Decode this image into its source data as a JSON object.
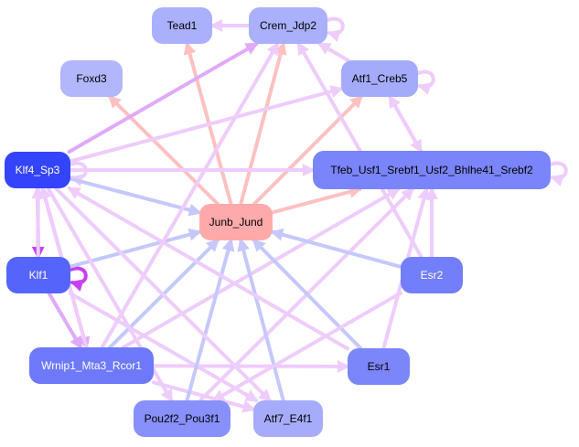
{
  "graph": {
    "type": "directed-network",
    "nodes": [
      {
        "id": "Tead1",
        "label": "Tead1",
        "fill": "#aab0fb",
        "text": "#000000"
      },
      {
        "id": "Crem_Jdp2",
        "label": "Crem_Jdp2",
        "fill": "#aab0fb",
        "text": "#000000"
      },
      {
        "id": "Foxd3",
        "label": "Foxd3",
        "fill": "#b2b7fb",
        "text": "#000000"
      },
      {
        "id": "Atf1_Creb5",
        "label": "Atf1_Creb5",
        "fill": "#a5abfb",
        "text": "#000000"
      },
      {
        "id": "Klf4_Sp3",
        "label": "Klf4_Sp3",
        "fill": "#3344fb",
        "text": "#ffffff"
      },
      {
        "id": "Tfeb",
        "label": "Tfeb_Usf1_Srebf1_Usf2_Bhlhe41_Srebf2",
        "fill": "#7a85fb",
        "text": "#000000"
      },
      {
        "id": "Junb_Jund",
        "label": "Junb_Jund",
        "fill": "#ffaaaa",
        "text": "#000000"
      },
      {
        "id": "Klf1",
        "label": "Klf1",
        "fill": "#5565fb",
        "text": "#ffffff"
      },
      {
        "id": "Esr2",
        "label": "Esr2",
        "fill": "#737efb",
        "text": "#ffffff"
      },
      {
        "id": "Wrnip1",
        "label": "Wrnip1_Mta3_Rcor1",
        "fill": "#6e7afb",
        "text": "#ffffff"
      },
      {
        "id": "Esr1",
        "label": "Esr1",
        "fill": "#7c86fb",
        "text": "#000000"
      },
      {
        "id": "Pou2f2",
        "label": "Pou2f2_Pou3f1",
        "fill": "#8790fb",
        "text": "#000000"
      },
      {
        "id": "Atf7_E4f1",
        "label": "Atf7_E4f1",
        "fill": "#a6acfb",
        "text": "#000000"
      }
    ],
    "edge_colors": {
      "activation": "#eeccfb",
      "strong": "#e0aaf8",
      "repression": "#ffc0c0",
      "inhibit_blue": "#c4c8fb",
      "dark": "#c840f0"
    },
    "edges": [
      {
        "from": "Crem_Jdp2",
        "to": "Tead1",
        "type": "activation"
      },
      {
        "from": "Crem_Jdp2",
        "to": "Crem_Jdp2",
        "type": "activation"
      },
      {
        "from": "Atf1_Creb5",
        "to": "Crem_Jdp2",
        "type": "activation"
      },
      {
        "from": "Atf1_Creb5",
        "to": "Atf1_Creb5",
        "type": "activation"
      },
      {
        "from": "Atf1_Creb5",
        "to": "Tfeb",
        "type": "activation"
      },
      {
        "from": "Tfeb",
        "to": "Atf1_Creb5",
        "type": "activation"
      },
      {
        "from": "Tfeb",
        "to": "Tfeb",
        "type": "activation"
      },
      {
        "from": "Junb_Jund",
        "to": "Tead1",
        "type": "repression"
      },
      {
        "from": "Junb_Jund",
        "to": "Foxd3",
        "type": "repression"
      },
      {
        "from": "Junb_Jund",
        "to": "Crem_Jdp2",
        "type": "repression"
      },
      {
        "from": "Junb_Jund",
        "to": "Atf1_Creb5",
        "type": "repression"
      },
      {
        "from": "Junb_Jund",
        "to": "Tfeb",
        "type": "repression"
      },
      {
        "from": "Klf4_Sp3",
        "to": "Crem_Jdp2",
        "type": "strong"
      },
      {
        "from": "Klf4_Sp3",
        "to": "Atf1_Creb5",
        "type": "activation"
      },
      {
        "from": "Klf4_Sp3",
        "to": "Tfeb",
        "type": "activation"
      },
      {
        "from": "Klf4_Sp3",
        "to": "Klf4_Sp3",
        "type": "activation"
      },
      {
        "from": "Klf4_Sp3",
        "to": "Junb_Jund",
        "type": "inhibit_blue"
      },
      {
        "from": "Klf4_Sp3",
        "to": "Klf1",
        "type": "dark"
      },
      {
        "from": "Klf4_Sp3",
        "to": "Wrnip1",
        "type": "strong"
      },
      {
        "from": "Klf1",
        "to": "Klf4_Sp3",
        "type": "activation"
      },
      {
        "from": "Klf1",
        "to": "Klf1",
        "type": "dark"
      },
      {
        "from": "Klf1",
        "to": "Junb_Jund",
        "type": "inhibit_blue"
      },
      {
        "from": "Klf1",
        "to": "Wrnip1",
        "type": "strong"
      },
      {
        "from": "Klf1",
        "to": "Atf7_E4f1",
        "type": "activation"
      },
      {
        "from": "Wrnip1",
        "to": "Klf4_Sp3",
        "type": "activation"
      },
      {
        "from": "Wrnip1",
        "to": "Crem_Jdp2",
        "type": "activation"
      },
      {
        "from": "Wrnip1",
        "to": "Tfeb",
        "type": "activation"
      },
      {
        "from": "Wrnip1",
        "to": "Junb_Jund",
        "type": "inhibit_blue"
      },
      {
        "from": "Wrnip1",
        "to": "Esr1",
        "type": "activation"
      },
      {
        "from": "Wrnip1",
        "to": "Atf7_E4f1",
        "type": "activation"
      },
      {
        "from": "Pou2f2",
        "to": "Junb_Jund",
        "type": "inhibit_blue"
      },
      {
        "from": "Pou2f2",
        "to": "Tfeb",
        "type": "activation"
      },
      {
        "from": "Atf7_E4f1",
        "to": "Junb_Jund",
        "type": "inhibit_blue"
      },
      {
        "from": "Esr1",
        "to": "Junb_Jund",
        "type": "inhibit_blue"
      },
      {
        "from": "Esr1",
        "to": "Tfeb",
        "type": "activation"
      },
      {
        "from": "Esr1",
        "to": "Klf4_Sp3",
        "type": "activation"
      },
      {
        "from": "Esr2",
        "to": "Junb_Jund",
        "type": "inhibit_blue"
      },
      {
        "from": "Esr2",
        "to": "Tfeb",
        "type": "activation"
      },
      {
        "from": "Esr2",
        "to": "Crem_Jdp2",
        "type": "activation"
      },
      {
        "from": "Esr2",
        "to": "Pou2f2",
        "type": "activation"
      },
      {
        "from": "Klf4_Sp3",
        "to": "Pou2f2",
        "type": "activation"
      },
      {
        "from": "Klf4_Sp3",
        "to": "Atf7_E4f1",
        "type": "activation"
      }
    ]
  }
}
